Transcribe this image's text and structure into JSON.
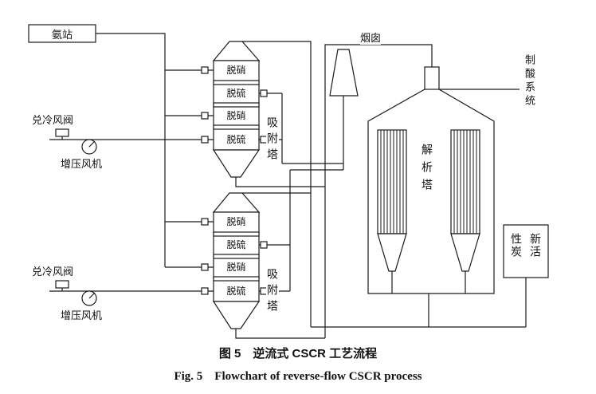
{
  "diagram": {
    "ammonia_station": "氨站",
    "chimney": "烟囱",
    "acid_system": "制酸系统",
    "fresh_carbon": "新活性炭",
    "desorption_tower": "解析塔",
    "upper_tower": {
      "label": "吸附塔",
      "sections": [
        "脱硝",
        "脱硫",
        "脱硝",
        "脱硫"
      ]
    },
    "lower_tower": {
      "label": "吸附塔",
      "sections": [
        "脱硝",
        "脱硫",
        "脱硝",
        "脱硫"
      ]
    },
    "upper_intake": {
      "valve": "兑冷风阀",
      "fan": "增压风机"
    },
    "lower_intake": {
      "valve": "兑冷风阀",
      "fan": "增压风机"
    }
  },
  "caption": {
    "zh": "图 5　逆流式 CSCR 工艺流程",
    "en": "Fig. 5　Flowchart of reverse-flow CSCR process"
  },
  "colors": {
    "line": "#1a1a1a",
    "background": "#ffffff"
  }
}
